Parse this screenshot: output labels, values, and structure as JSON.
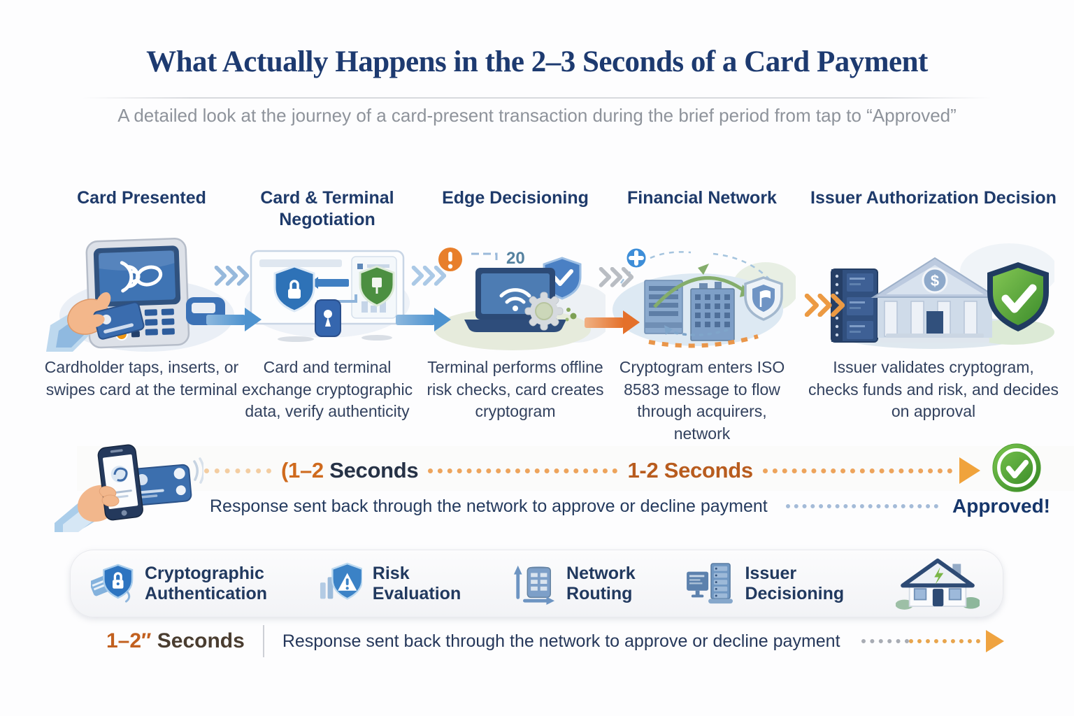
{
  "header": {
    "title": "What Actually Happens in the 2–3 Seconds of a Card Payment",
    "subtitle": "A detailed look at the journey of a card-present transaction during the brief period from tap to “Approved”"
  },
  "stages": [
    {
      "title": "Card Presented",
      "description": "Cardholder taps, inserts, or swipes card at the terminal"
    },
    {
      "title": "Card & Terminal Negotiation",
      "description": "Card and terminal exchange cryptographic data, verify authenticity"
    },
    {
      "title": "Edge Decisioning",
      "description": "Terminal performs offline risk checks, card creates cryptogram",
      "annotation": "20"
    },
    {
      "title": "Financial Network",
      "description": "Cryptogram enters ISO 8583 message to flow through acquirers, network"
    },
    {
      "title": "Issuer Authorization Decision",
      "description": "Issuer validates cryptogram, checks funds and risk, and decides on approval",
      "bank_symbol": "$"
    }
  ],
  "timeline": {
    "left_value": "(1–2",
    "left_unit": "Seconds",
    "right_value": "1-2",
    "right_unit": "Seconds",
    "response_text": "Response sent back through the network to approve or decline payment",
    "approved_label": "Approved!"
  },
  "legend": {
    "items": [
      {
        "label": "Cryptographic Authentication",
        "icon": "shield-lock-icon"
      },
      {
        "label": "Risk Evaluation",
        "icon": "shield-alert-icon"
      },
      {
        "label": "Network Routing",
        "icon": "building-arrows-icon"
      },
      {
        "label": "Issuer Decisioning",
        "icon": "server-stack-icon"
      },
      {
        "label": "",
        "icon": "house-icon"
      }
    ]
  },
  "footer": {
    "duration_value": "1–2″",
    "duration_unit": "Seconds",
    "response_text": "Response sent back through the network to approve or decline payment"
  },
  "colors": {
    "navy": "#1e3a6a",
    "orange": "#d96f23",
    "blue": "#4e93cf",
    "green": "#4f9e33",
    "gray": "#8e939b"
  }
}
